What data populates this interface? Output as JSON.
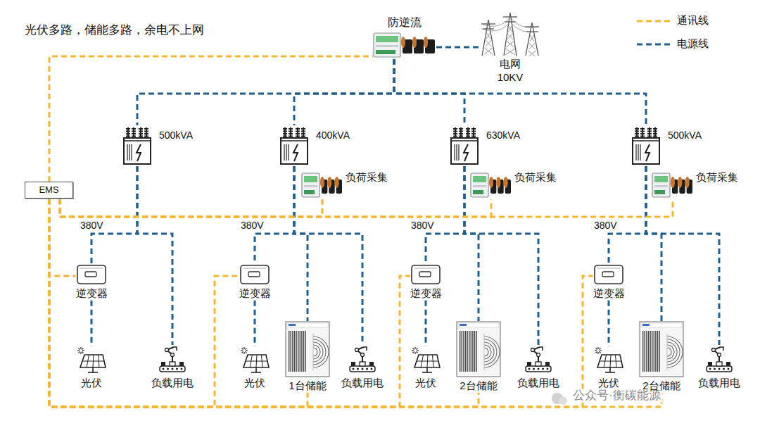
{
  "diagram": {
    "title": "光伏多路，储能多路，余电不上网",
    "nodes": [
      {
        "text": [
          "防逆流"
        ]
      },
      {
        "text": [
          "电网 10KV"
        ]
      },
      {
        "text": [
          "EMS"
        ]
      },
      {
        "text": [
          "500kVA"
        ]
      },
      {
        "text": [
          "400kVA"
        ]
      },
      {
        "text": [
          "负荷采集"
        ]
      },
      {
        "text": [
          "630kVA"
        ]
      },
      {
        "text": [
          "负荷采集"
        ]
      },
      {
        "text": [
          "500kVA"
        ]
      },
      {
        "text": [
          "负荷采集"
        ]
      },
      {
        "text": [
          "逆变器"
        ]
      },
      {
        "text": [
          "逆变器"
        ]
      },
      {
        "text": [
          "逆变器"
        ]
      },
      {
        "text": [
          "逆变器"
        ]
      },
      {
        "text": [
          "光伏"
        ]
      },
      {
        "text": [
          "负载用电"
        ]
      },
      {
        "text": [
          "光伏"
        ]
      },
      {
        "text": [
          "1台储能"
        ]
      },
      {
        "text": [
          "负载用电"
        ]
      },
      {
        "text": [
          "光伏"
        ]
      },
      {
        "text": [
          "2台储能"
        ]
      },
      {
        "text": [
          "负载用电"
        ]
      },
      {
        "text": [
          "光伏"
        ]
      },
      {
        "text": [
          "2台储能"
        ]
      },
      {
        "text": [
          "负载用电"
        ]
      }
    ],
    "edges": [
      {
        "from": 1,
        "to": 0,
        "arrow": "none"
      },
      {
        "from": 0,
        "to": 3,
        "arrow": "none"
      },
      {
        "from": 0,
        "to": 4,
        "arrow": "none"
      },
      {
        "from": 0,
        "to": 6,
        "arrow": "none"
      },
      {
        "from": 0,
        "to": 8,
        "arrow": "none"
      },
      {
        "from": 3,
        "to": 10,
        "arrow": "none"
      },
      {
        "from": 3,
        "to": 15,
        "arrow": "none"
      },
      {
        "from": 4,
        "to": 11,
        "arrow": "none"
      },
      {
        "from": 4,
        "to": 17,
        "arrow": "none"
      },
      {
        "from": 4,
        "to": 18,
        "arrow": "none"
      },
      {
        "from": 6,
        "to": 12,
        "arrow": "none"
      },
      {
        "from": 6,
        "to": 20,
        "arrow": "none"
      },
      {
        "from": 6,
        "to": 21,
        "arrow": "none"
      },
      {
        "from": 8,
        "to": 13,
        "arrow": "none"
      },
      {
        "from": 8,
        "to": 23,
        "arrow": "none"
      },
      {
        "from": 8,
        "to": 24,
        "arrow": "none"
      },
      {
        "from": 10,
        "to": 14,
        "arrow": "none"
      },
      {
        "from": 11,
        "to": 16,
        "arrow": "none"
      },
      {
        "from": 12,
        "to": 19,
        "arrow": "none"
      },
      {
        "from": 13,
        "to": 22,
        "arrow": "none"
      },
      {
        "from": 2,
        "to": 0,
        "arrow": "none"
      },
      {
        "from": 2,
        "to": 5,
        "arrow": "none"
      },
      {
        "from": 2,
        "to": 7,
        "arrow": "none"
      },
      {
        "from": 2,
        "to": 9,
        "arrow": "none"
      },
      {
        "from": 2,
        "to": 10,
        "arrow": "none"
      },
      {
        "from": 2,
        "to": 11,
        "arrow": "none"
      },
      {
        "from": 2,
        "to": 12,
        "arrow": "none"
      },
      {
        "from": 2,
        "to": 13,
        "arrow": "none"
      },
      {
        "from": 2,
        "to": 17,
        "arrow": "none"
      },
      {
        "from": 2,
        "to": 20,
        "arrow": "none"
      },
      {
        "from": 2,
        "to": 23,
        "arrow": "none"
      }
    ],
    "labels": [
      "380V",
      "380V",
      "380V",
      "380V",
      "公众号·衡碳能源"
    ],
    "legend": [
      {
        "text": "通讯线"
      },
      {
        "text": "电源线"
      }
    ]
  }
}
